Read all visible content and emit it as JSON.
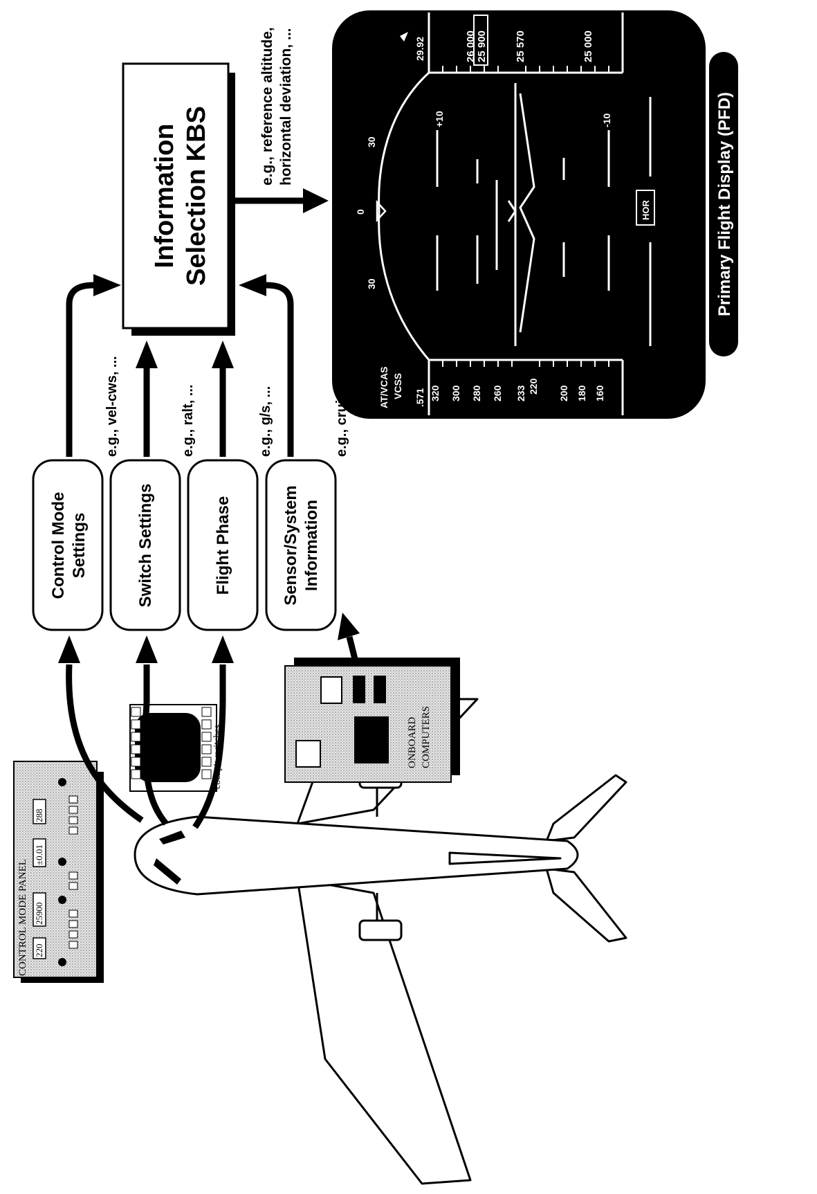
{
  "kbs": {
    "line1": "Information",
    "line2": "Selection KBS"
  },
  "output_note": {
    "line1": "e.g., reference altitude,",
    "line2": "horizontal deviation, ..."
  },
  "inputs": [
    {
      "line1": "Control  Mode",
      "line2": "Settings",
      "example": "e.g., vel-cws, ..."
    },
    {
      "line1": "Switch Settings",
      "line2": "",
      "example": "e.g., ralt, ..."
    },
    {
      "line1": "Flight Phase",
      "line2": "",
      "example": "e.g., g/s, ..."
    },
    {
      "line1": "Sensor/System",
      "line2": "Information",
      "example": "e.g., cruise"
    }
  ],
  "control_panel": {
    "title": "CONTROL MODE PANEL",
    "values": [
      "220",
      "25900",
      "±0.01",
      "288"
    ]
  },
  "cockpit_switches": {
    "label": "cockpit switches"
  },
  "onboard_computers": {
    "line1": "ONBOARD",
    "line2": "COMPUTERS"
  },
  "pfd": {
    "caption": "Primary Flight Display (PFD)",
    "speed_mode": "AT/VCAS",
    "speed_mode2": "VCSS",
    "mach": ".571",
    "speed_ticks": [
      "320",
      "300",
      "280",
      "260",
      "200",
      "180",
      "160"
    ],
    "current_speed": "233",
    "selected_speed": "220",
    "altimeter": "29.92",
    "alt_ticks": [
      "26 000",
      "25 000"
    ],
    "selected_alt": "25 900",
    "current_alt": "25 570",
    "pitch_up": "+10",
    "pitch_down": "-10",
    "roll_labels": [
      "30",
      "0",
      "30"
    ],
    "hdg_label": "HOR"
  },
  "colors": {
    "ink": "#000000",
    "paper": "#ffffff",
    "screen": "#000000",
    "panel_shade": "#d8d8d8"
  }
}
